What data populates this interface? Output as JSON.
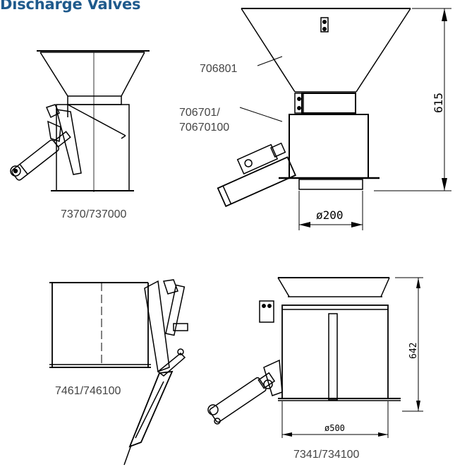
{
  "title": "Discharge Valves",
  "captions": {
    "valve_a": "7370/737000",
    "valve_b": "7461/746100",
    "valve_c": "7341/734100"
  },
  "labels": {
    "hopper": "706801",
    "body_line1": "706701/",
    "body_line2": "70670100"
  },
  "dimensions": {
    "height_main": "615",
    "diameter_main": "ø200",
    "height_c": "642",
    "diameter_c": "ø500"
  },
  "colors": {
    "title": "#1f5a8c",
    "line": "#000000",
    "caption": "#444444"
  }
}
